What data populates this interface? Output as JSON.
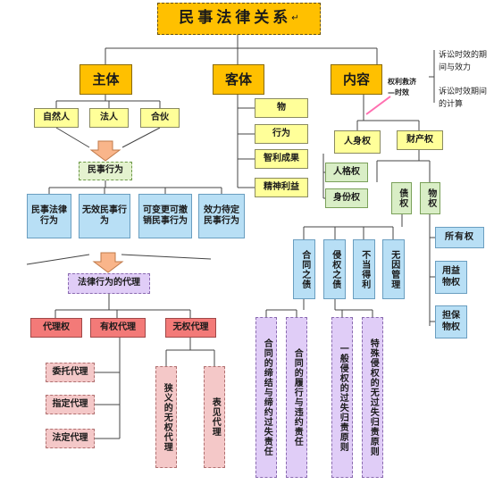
{
  "title": "民事法律关系",
  "title_mark": "↵",
  "top": {
    "subject": "主体",
    "object": "客体",
    "content": "内容"
  },
  "subjects": [
    "自然人",
    "法人",
    "合伙"
  ],
  "civil_act": "民事行为",
  "act_types": [
    "民事法律行为",
    "无效民事行为",
    "可变更可撤销民事行为",
    "效力待定民事行为"
  ],
  "agency": "法律行为的代理",
  "agency_types": [
    "代理权",
    "有权代理",
    "无权代理"
  ],
  "authorized": [
    "委托代理",
    "指定代理",
    "法定代理"
  ],
  "unauthorized": [
    "狭义的无权代理",
    "表见代理"
  ],
  "objects": [
    "物",
    "行为",
    "智利成果",
    "精神利益"
  ],
  "content_note": "权利救济",
  "content_note2": "—时效",
  "limitation_notes": [
    "诉讼时效的期间与效力",
    "诉讼时效期间的计算"
  ],
  "rights": {
    "personal": "人身权",
    "property": "财产权"
  },
  "personal_rights": [
    "人格权",
    "身份权"
  ],
  "property_rights": {
    "claim": "债权",
    "real": "物权"
  },
  "claim_sources": [
    "合同之债",
    "侵权之债",
    "不当得利",
    "无因管理"
  ],
  "real_rights": [
    "所有权",
    "用益物权",
    "担保物权"
  ],
  "liabilities": [
    "合同的缔结与缔约过失责任",
    "合同的履行与违约责任",
    "一般侵权的过失归责原则",
    "特殊侵权的无过失归责原则"
  ]
}
